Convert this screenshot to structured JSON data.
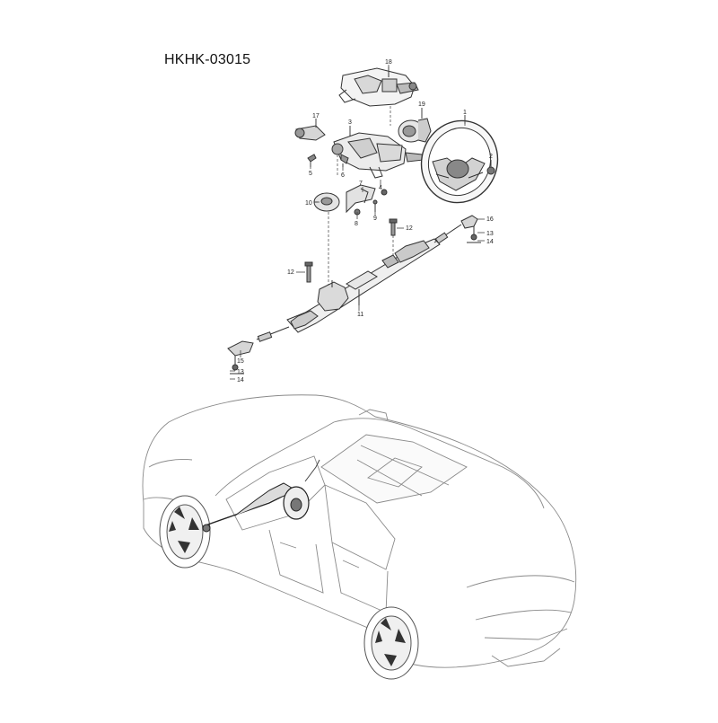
{
  "diagram": {
    "code": "HKHK-03015",
    "callouts": [
      {
        "id": "c1",
        "label": "1"
      },
      {
        "id": "c2",
        "label": "2"
      },
      {
        "id": "c3",
        "label": "3"
      },
      {
        "id": "c4",
        "label": "4"
      },
      {
        "id": "c5",
        "label": "5"
      },
      {
        "id": "c6",
        "label": "6"
      },
      {
        "id": "c7",
        "label": "7"
      },
      {
        "id": "c8",
        "label": "8"
      },
      {
        "id": "c9",
        "label": "9"
      },
      {
        "id": "c10",
        "label": "10"
      },
      {
        "id": "c11",
        "label": "11"
      },
      {
        "id": "c12a",
        "label": "12"
      },
      {
        "id": "c12b",
        "label": "12"
      },
      {
        "id": "c13a",
        "label": "13"
      },
      {
        "id": "c13b",
        "label": "13"
      },
      {
        "id": "c14a",
        "label": "14"
      },
      {
        "id": "c14b",
        "label": "14"
      },
      {
        "id": "c15",
        "label": "15"
      },
      {
        "id": "c16",
        "label": "16"
      },
      {
        "id": "c17",
        "label": "17"
      },
      {
        "id": "c18",
        "label": "18"
      },
      {
        "id": "c19",
        "label": "19"
      }
    ]
  },
  "colors": {
    "line": "#4a4a4a",
    "faint": "#9a9a9a",
    "part": "#2a2a2a",
    "bg": "#ffffff"
  }
}
